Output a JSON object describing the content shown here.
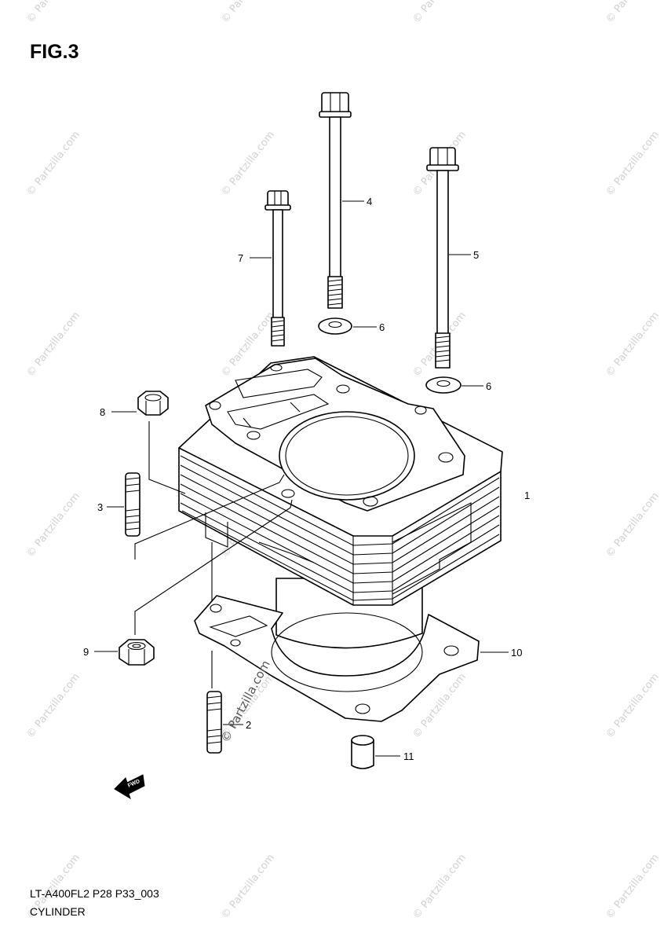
{
  "figure": {
    "title": "FIG.3",
    "code": "LT-A400FL2 P28 P33_003",
    "name": "CYLINDER"
  },
  "callouts": [
    {
      "id": "part-1",
      "label": "1"
    },
    {
      "id": "part-2",
      "label": "2"
    },
    {
      "id": "part-3",
      "label": "3"
    },
    {
      "id": "part-4",
      "label": "4"
    },
    {
      "id": "part-5",
      "label": "5"
    },
    {
      "id": "part-6a",
      "label": "6"
    },
    {
      "id": "part-6b",
      "label": "6"
    },
    {
      "id": "part-7",
      "label": "7"
    },
    {
      "id": "part-8",
      "label": "8"
    },
    {
      "id": "part-9",
      "label": "9"
    },
    {
      "id": "part-10",
      "label": "10"
    },
    {
      "id": "part-11",
      "label": "11"
    }
  ],
  "watermark": {
    "text": "© Partzilla.com"
  },
  "forward_arrow": {
    "text": "FWD"
  }
}
